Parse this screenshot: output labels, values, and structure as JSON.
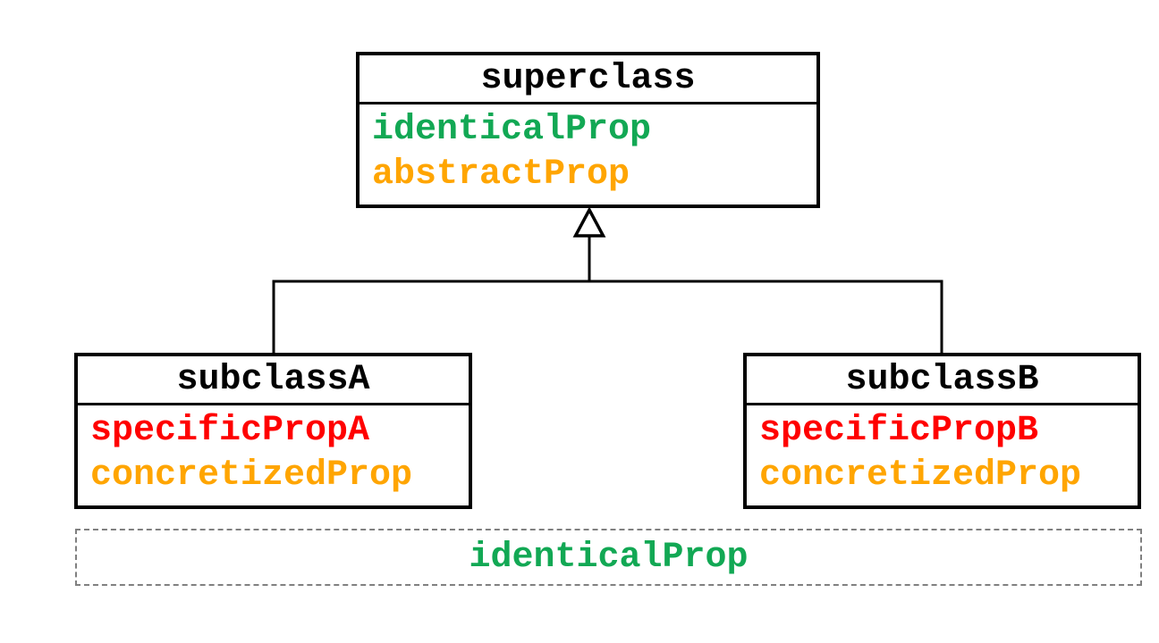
{
  "diagram_type": "uml-class-inheritance",
  "colors": {
    "identical_prop": "#12a854",
    "abstract_concretized_prop": "#ffa500",
    "specific_prop": "#ff0000",
    "class_border": "#000000",
    "class_title_text": "#000000",
    "shared_note_border": "#808080",
    "background": "#ffffff"
  },
  "classes": {
    "superclass": {
      "title": "superclass",
      "properties": [
        {
          "name": "identicalProp"
        },
        {
          "name": "abstractProp"
        }
      ]
    },
    "subclassA": {
      "title": "subclassA",
      "properties": [
        {
          "name": "specificPropA"
        },
        {
          "name": "concretizedProp"
        }
      ]
    },
    "subclassB": {
      "title": "subclassB",
      "properties": [
        {
          "name": "specificPropB"
        },
        {
          "name": "concretizedProp"
        }
      ]
    }
  },
  "relationships": [
    {
      "type": "generalization",
      "from": "subclassA",
      "to": "superclass"
    },
    {
      "type": "generalization",
      "from": "subclassB",
      "to": "superclass"
    }
  ],
  "shared_note": {
    "label": "identicalProp"
  }
}
